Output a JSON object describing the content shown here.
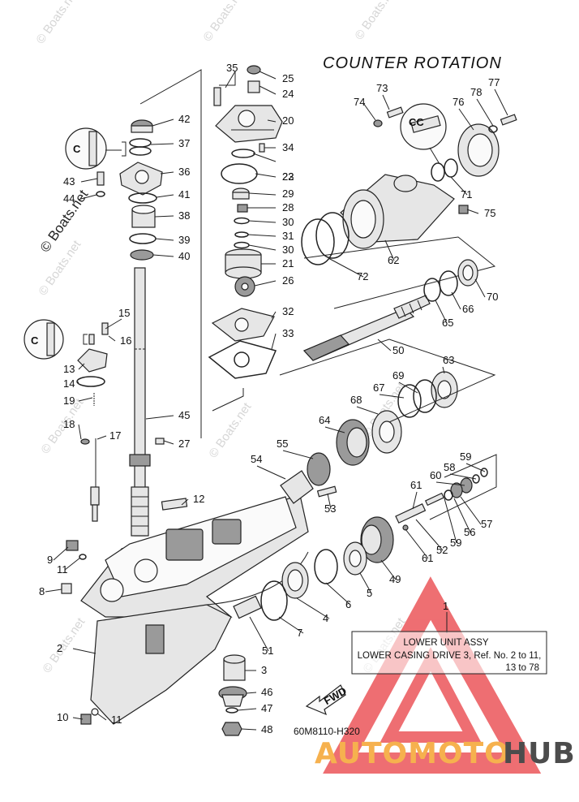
{
  "diagram": {
    "title": "COUNTER ROTATION",
    "code": "60M8110-H320",
    "fwd_label": "FWD",
    "note": {
      "number": "1",
      "line1": "LOWER UNIT ASSY",
      "line2": "LOWER CASING DRIVE 3, Ref. No. 2 to 11,",
      "line3": "13 to 78"
    },
    "watermarks": [
      "© Boats.net",
      "© Boats.net",
      "© Boats.net",
      "© Boats.net",
      "© Boats.net",
      "© Boats.net",
      "© Boats.net",
      "© Boats.net",
      "© Boats.net"
    ],
    "main_watermark": "© Boats.net"
  },
  "brand": {
    "part1": "AUTOMOTO",
    "part2": "HUB",
    "accent_color": "#e8373c",
    "part1_color": "#f6b14e",
    "part2_color": "#4c4c4c"
  },
  "labels": [
    "35",
    "25",
    "24",
    "20",
    "34",
    "23",
    "22",
    "29",
    "28",
    "30",
    "31",
    "30",
    "21",
    "26",
    "32",
    "33",
    "42",
    "37",
    "36",
    "41",
    "38",
    "39",
    "40",
    "43",
    "44",
    "15",
    "16",
    "13",
    "14",
    "19",
    "18",
    "17",
    "45",
    "27",
    "12",
    "9",
    "11",
    "8",
    "2",
    "10",
    "11",
    "73",
    "74",
    "77",
    "78",
    "76",
    "71",
    "75",
    "62",
    "72",
    "70",
    "66",
    "65",
    "50",
    "63",
    "69",
    "67",
    "68",
    "64",
    "55",
    "54",
    "53",
    "59",
    "58",
    "60",
    "61",
    "57",
    "56",
    "59",
    "52",
    "61",
    "49",
    "5",
    "6",
    "4",
    "7",
    "51",
    "3",
    "46",
    "47",
    "48"
  ]
}
